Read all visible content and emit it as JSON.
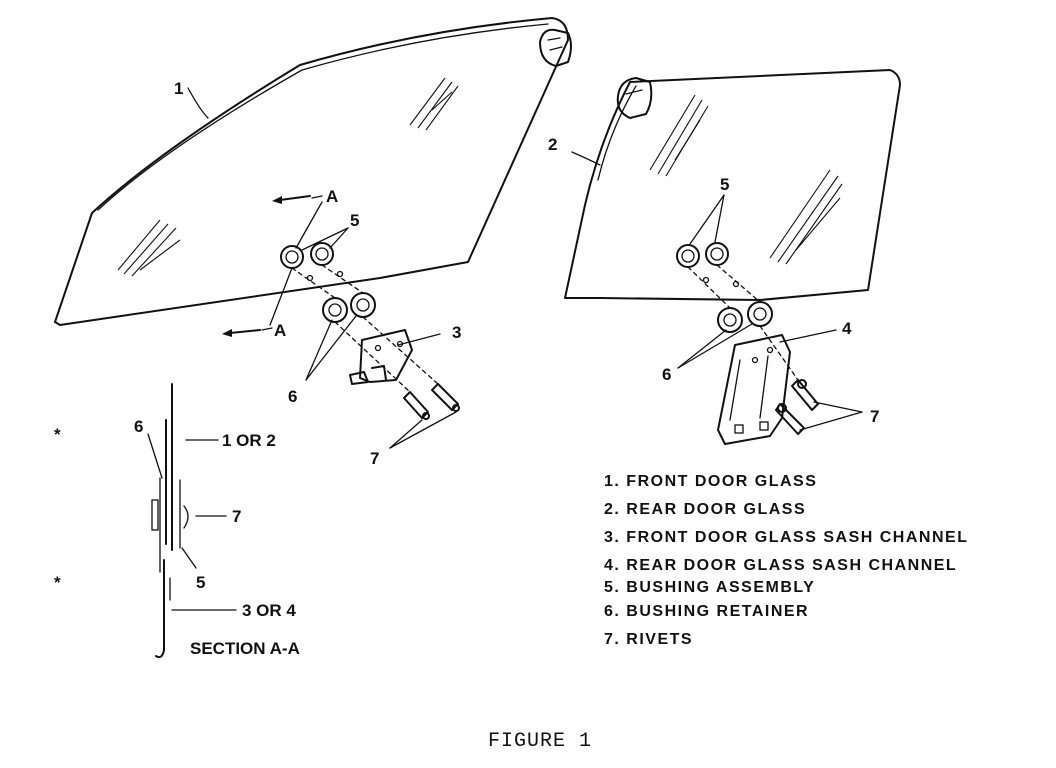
{
  "callouts": {
    "front_glass": "1",
    "rear_glass": "2",
    "front_channel": "3",
    "rear_channel": "4",
    "front_bushing": "5",
    "rear_bushing": "5",
    "front_retainer": "6",
    "rear_retainer": "6",
    "front_rivets": "7",
    "rear_rivets": "7",
    "section_arrow_top": "A",
    "section_arrow_bottom": "A"
  },
  "section": {
    "title": "SECTION A-A",
    "label_glass": "1 OR 2",
    "label_channel": "3 OR 4",
    "label_retainer": "6",
    "label_bushing": "5",
    "label_rivet": "7",
    "asterisk_top": "*",
    "asterisk_bottom": "*"
  },
  "legend": [
    {
      "text": "1. FRONT DOOR GLASS"
    },
    {
      "text": "2. REAR DOOR GLASS"
    },
    {
      "text": "3. FRONT DOOR GLASS SASH CHANNEL"
    },
    {
      "text": "4. REAR DOOR GLASS SASH CHANNEL"
    },
    {
      "text": "5. BUSHING ASSEMBLY"
    },
    {
      "text": "6. BUSHING RETAINER"
    },
    {
      "text": "7. RIVETS"
    }
  ],
  "caption": "FIGURE 1"
}
